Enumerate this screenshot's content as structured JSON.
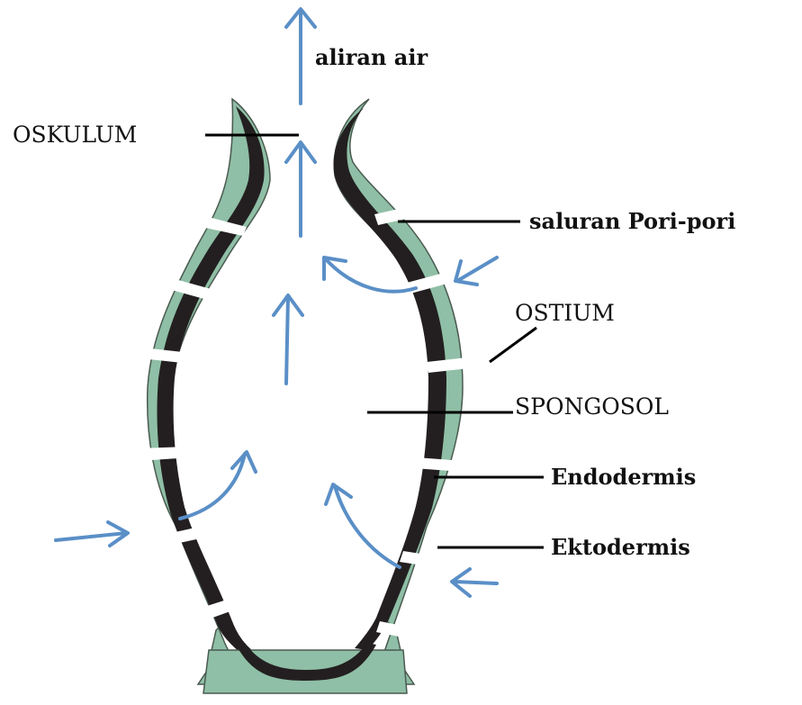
{
  "labels": {
    "aliran_air": "aliran air",
    "oskulum": "OSKULUM",
    "saluran_pori": "saluran Pori-pori",
    "ostium": "OSTIUM",
    "spongosol": "SPONGOSOL",
    "endodermis": "Endodermis",
    "ektodermis": "Ektodermis"
  },
  "colors": {
    "ectoderm": "#8fbfa6",
    "endoderm": "#231f20",
    "water_flow": "#5a8fc7",
    "label_line": "#000000"
  }
}
